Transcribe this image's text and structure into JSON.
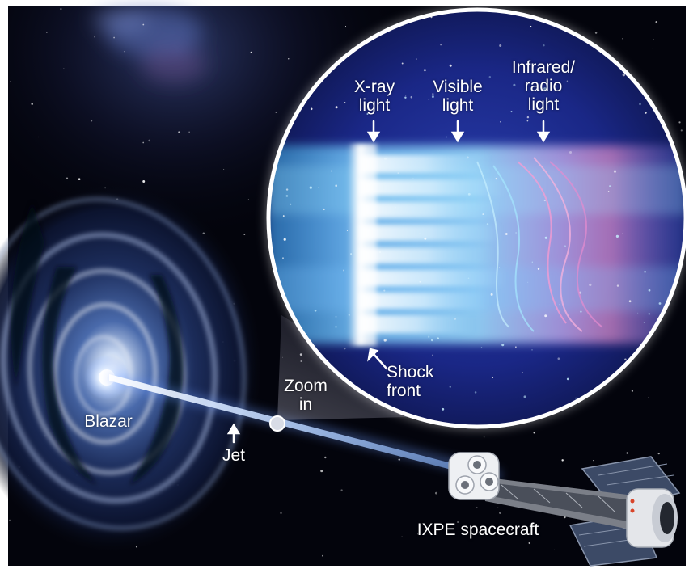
{
  "labels": {
    "xray": [
      "X-ray",
      "light"
    ],
    "visible": [
      "Visible",
      "light"
    ],
    "infrared": [
      "Infrared/",
      "radio",
      "light"
    ],
    "shock": [
      "Shock",
      "front"
    ],
    "zoom": [
      "Zoom",
      "in"
    ],
    "blazar": "Blazar",
    "jet": "Jet",
    "ixpe": "IXPE spacecraft"
  },
  "colors": {
    "background": "#03040c",
    "frame": "#ffffff",
    "jet_glow": "#9cc4ff",
    "circle_fill": "#1a2a88",
    "band_cyan": "#58c8ff",
    "band_pink": "#ff8cc8",
    "blazar_core": "#ffffff"
  },
  "icons": [
    "blazar-galaxy-icon",
    "jet-beam-icon",
    "zoom-point-icon",
    "zoom-circle-icon",
    "shock-front-icon",
    "ixpe-spacecraft-icon",
    "arrow-down-icon",
    "arrow-up-icon"
  ]
}
